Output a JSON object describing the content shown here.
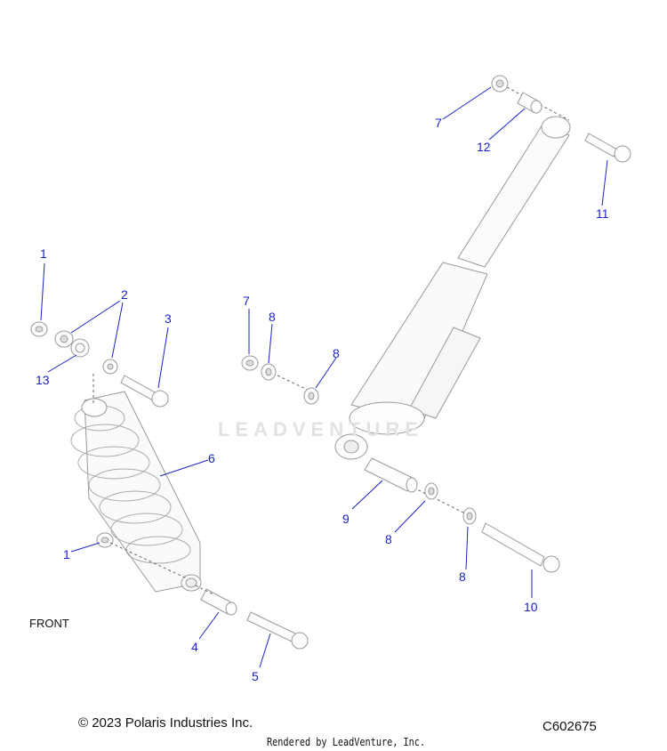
{
  "diagram": {
    "callouts": [
      {
        "id": "c1a",
        "text": "1"
      },
      {
        "id": "c2",
        "text": "2"
      },
      {
        "id": "c3",
        "text": "3"
      },
      {
        "id": "c13",
        "text": "13"
      },
      {
        "id": "c6",
        "text": "6"
      },
      {
        "id": "c1b",
        "text": "1"
      },
      {
        "id": "c4",
        "text": "4"
      },
      {
        "id": "c5",
        "text": "5"
      },
      {
        "id": "c7a",
        "text": "7"
      },
      {
        "id": "c8a",
        "text": "8"
      },
      {
        "id": "c8b",
        "text": "8"
      },
      {
        "id": "c9",
        "text": "9"
      },
      {
        "id": "c8c",
        "text": "8"
      },
      {
        "id": "c8d",
        "text": "8"
      },
      {
        "id": "c10",
        "text": "10"
      },
      {
        "id": "c7b",
        "text": "7"
      },
      {
        "id": "c12",
        "text": "12"
      },
      {
        "id": "c11",
        "text": "11"
      }
    ],
    "front_label": "FRONT",
    "copyright": "© 2023 Polaris Industries Inc.",
    "diagram_code": "C602675",
    "rendered_by": "Rendered by LeadVenture, Inc.",
    "watermark": "LEADVENTURE",
    "callout_color": "#1a22c8"
  }
}
